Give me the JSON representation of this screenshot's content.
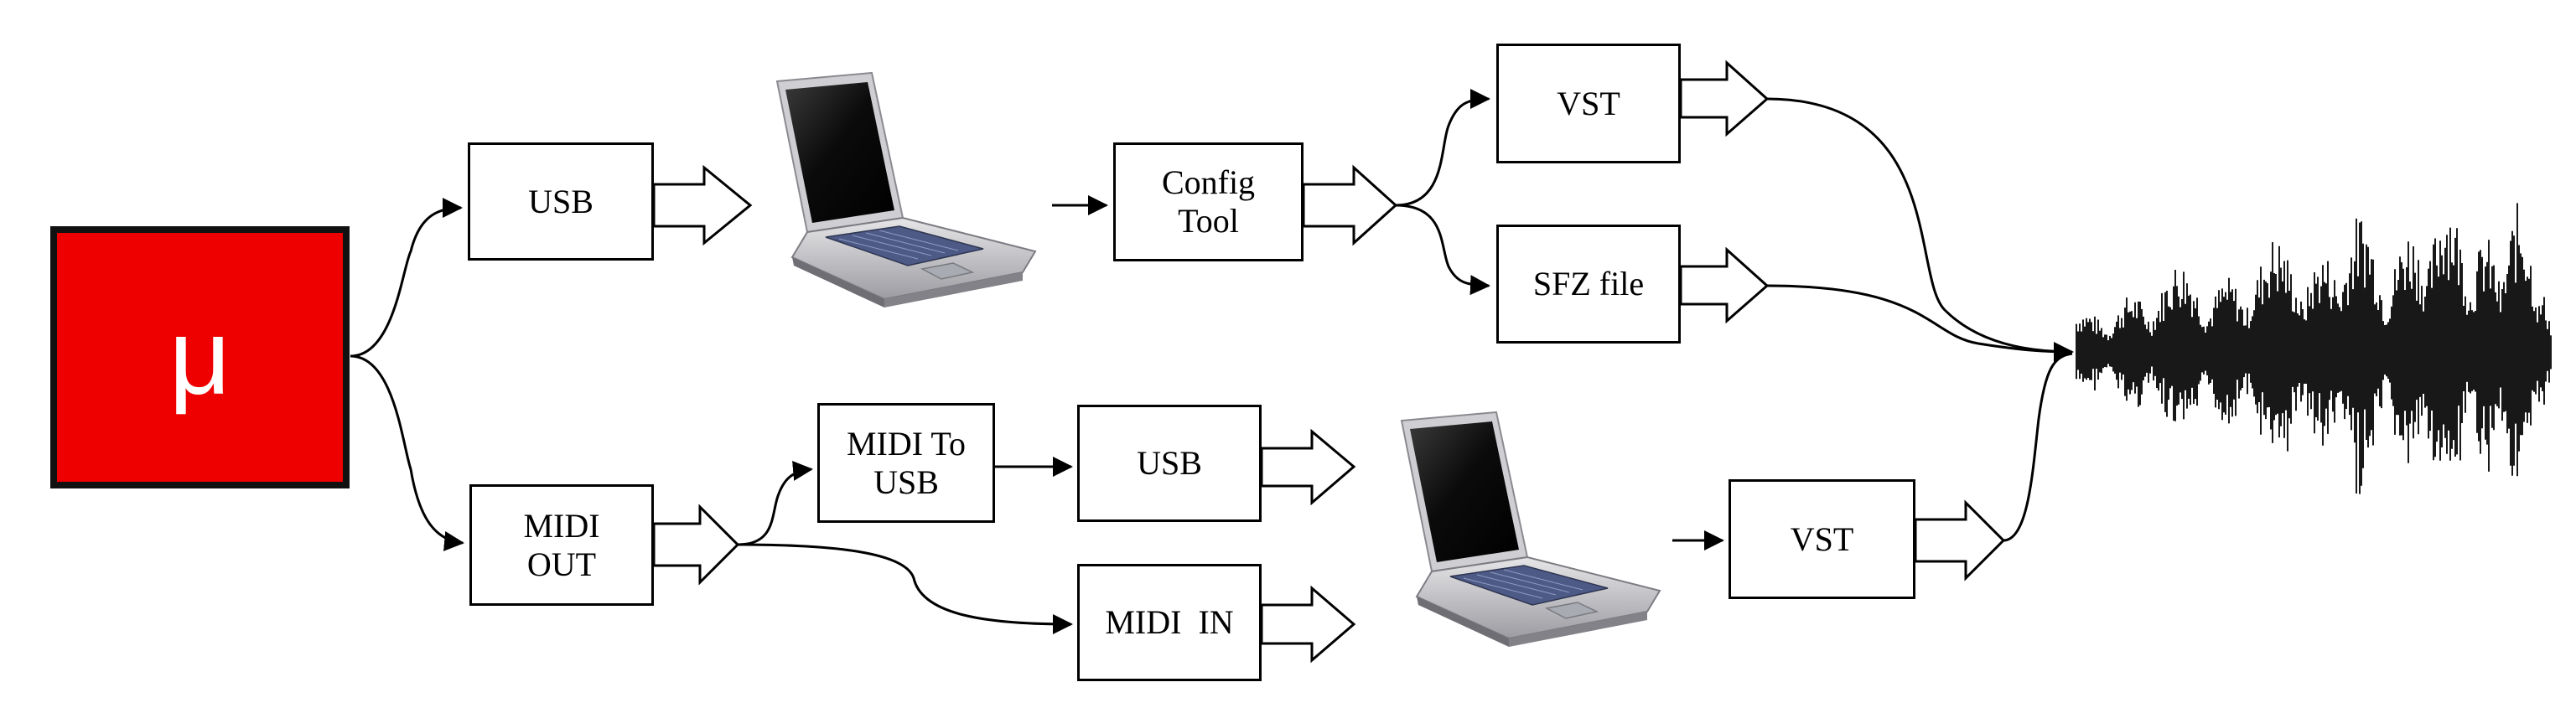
{
  "device": {
    "symbol": "μ",
    "color": "#ee0000"
  },
  "top_path": {
    "usb": "USB",
    "config_tool": "Config\nTool",
    "vst": "VST",
    "sfz": "SFZ file"
  },
  "bottom_path": {
    "midi_out": "MIDI\nOUT",
    "midi_to_usb": "MIDI To\nUSB",
    "usb": "USB",
    "midi_in": "MIDI  IN",
    "vst": "VST"
  },
  "icons": {
    "laptop_top": "laptop-icon",
    "laptop_bottom": "laptop-icon",
    "waveform": "audio-waveform-icon"
  }
}
